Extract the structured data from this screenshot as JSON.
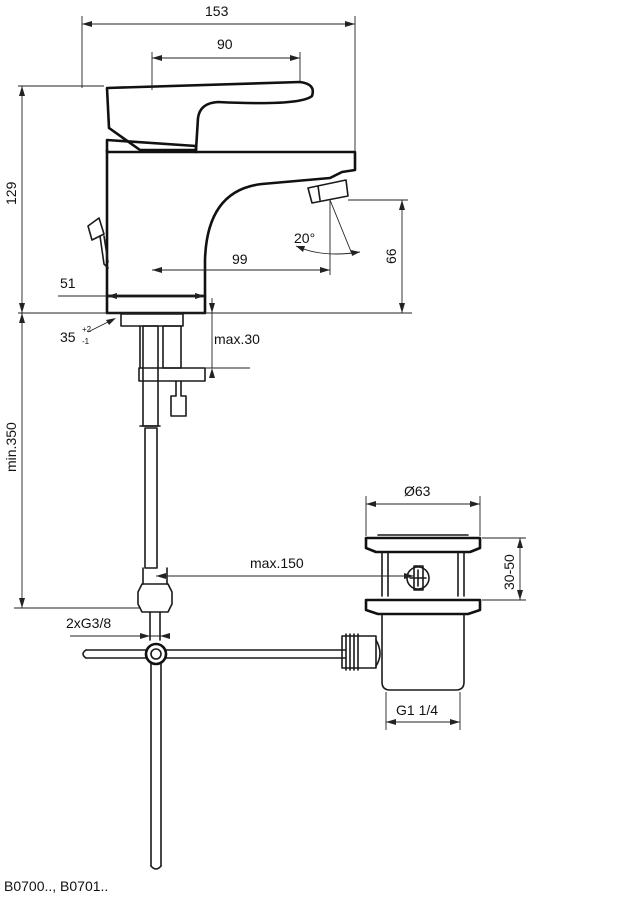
{
  "labels": {
    "width_overall": "153",
    "lever_reach": "90",
    "height_overall": "129",
    "spout_angle": "20°",
    "spout_reach": "99",
    "spout_height": "66",
    "body_offset": "51",
    "hole_diameter": "35",
    "hole_tol_plus": "+2",
    "hole_tol_minus": "-1",
    "deck_thickness": "max.30",
    "hose_length": "min.350",
    "pull_rod_length": "max.150",
    "waste_diameter": "Ø63",
    "waste_height_range": "30-50",
    "hose_thread": "2xG3/8",
    "waste_thread": "G1 1/4",
    "product_codes": "B0700.., B0701.."
  }
}
